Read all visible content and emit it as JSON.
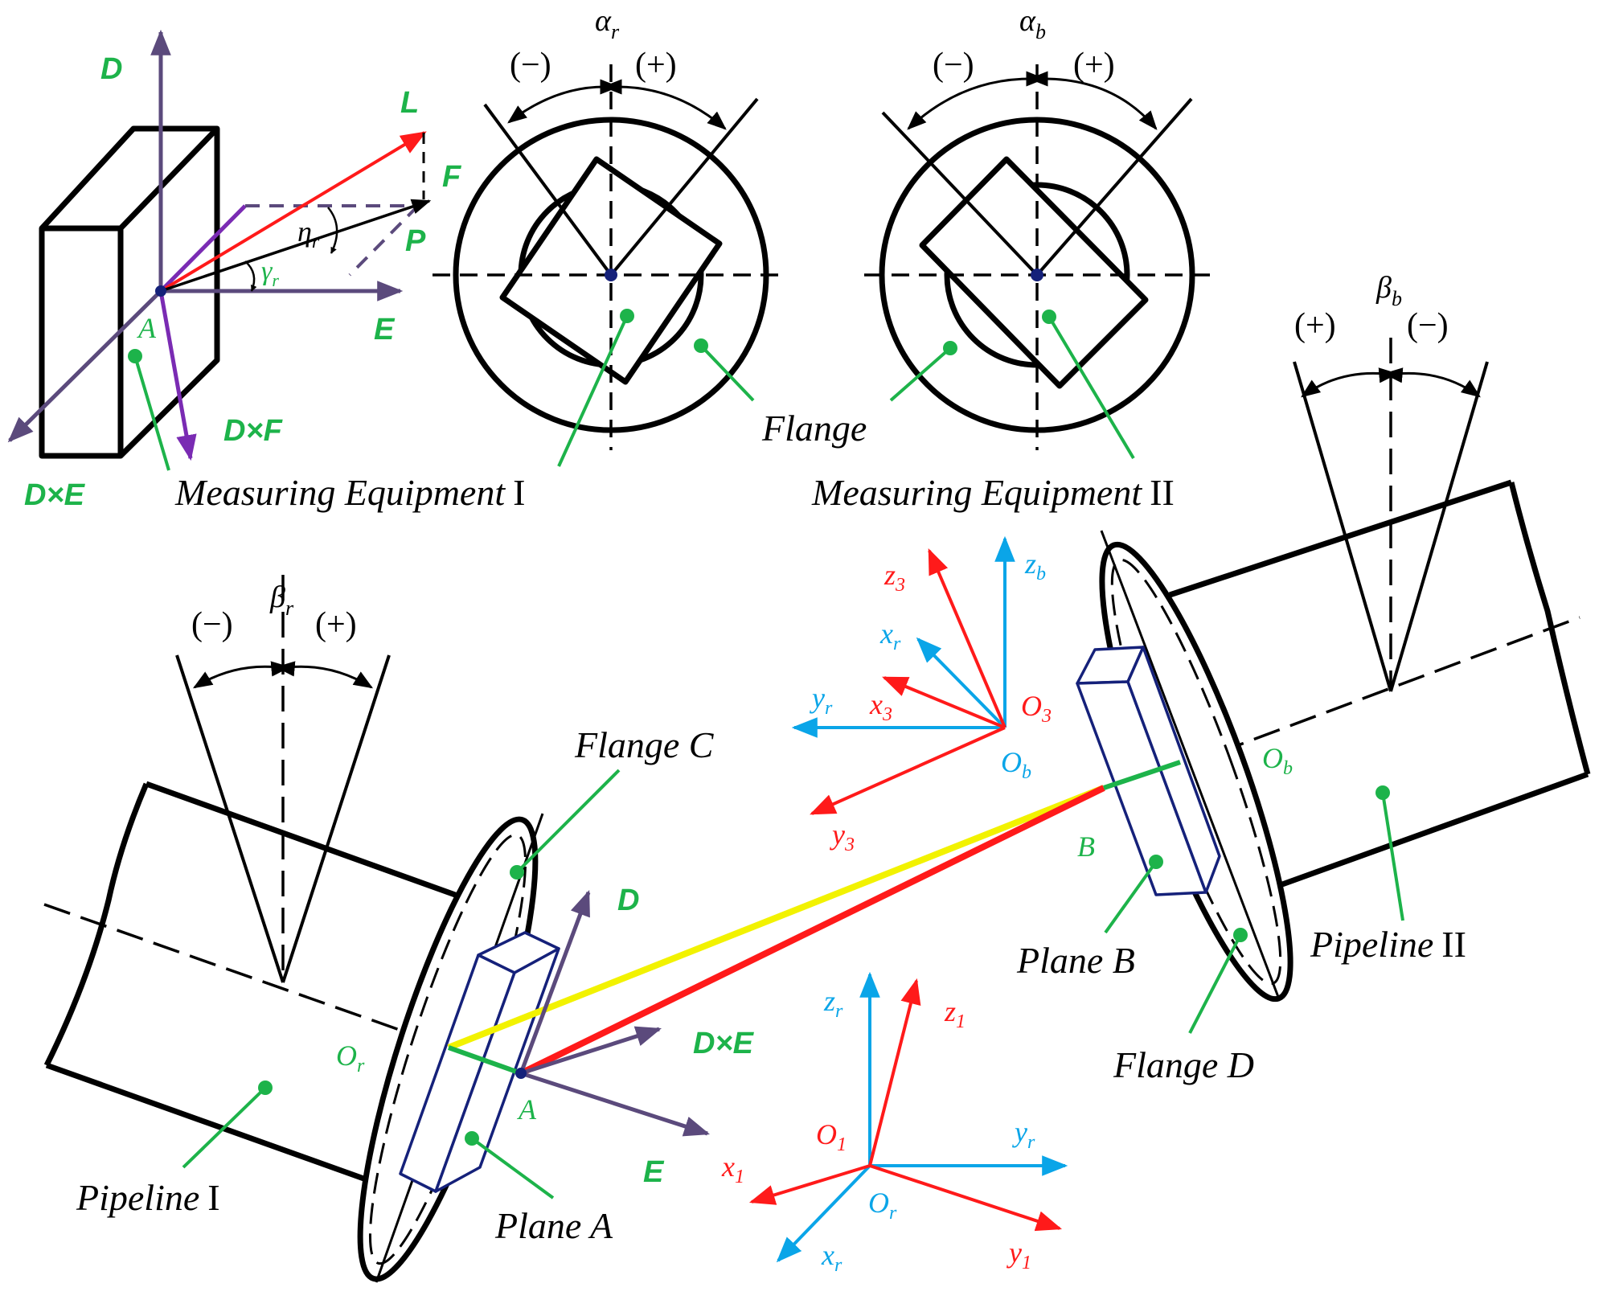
{
  "colors": {
    "black": "#000000",
    "green": "#1db34a",
    "red": "#ff1a1a",
    "blue": "#0aa5e8",
    "purple": "#5b4a7c",
    "violet": "#7a2bb3",
    "navy": "#15217a",
    "yellow": "#f2f200"
  },
  "labels": {
    "sign_minus": "(−)",
    "sign_plus": "(+)",
    "greek_alpha": "α",
    "greek_beta": "β",
    "greek_gamma": "γ",
    "greek_eta": "η",
    "sub_r": "r",
    "sub_b": "b",
    "vec_D": "D",
    "vec_L": "L",
    "vec_F": "F",
    "vec_P": "P",
    "vec_E": "E",
    "vec_DxF": "D×F",
    "vec_DxE": "D×E",
    "point_A": "A",
    "point_B": "B",
    "measuring_eq_1_text": "Measuring Equipment",
    "measuring_eq_1_numeral": "I",
    "measuring_eq_2_text": "Measuring Equipment",
    "measuring_eq_2_numeral": "II",
    "flange": "Flange",
    "flange_c": "Flange C",
    "flange_d": "Flange D",
    "plane_a": "Plane A",
    "plane_b": "Plane B",
    "pipeline_1_text": "Pipeline",
    "pipeline_1_numeral": "I",
    "pipeline_2_text": "Pipeline",
    "pipeline_2_numeral": "II",
    "axis_z": "z",
    "axis_x": "x",
    "axis_y": "y",
    "origin_O": "O",
    "sub_1": "1",
    "sub_3": "3"
  }
}
